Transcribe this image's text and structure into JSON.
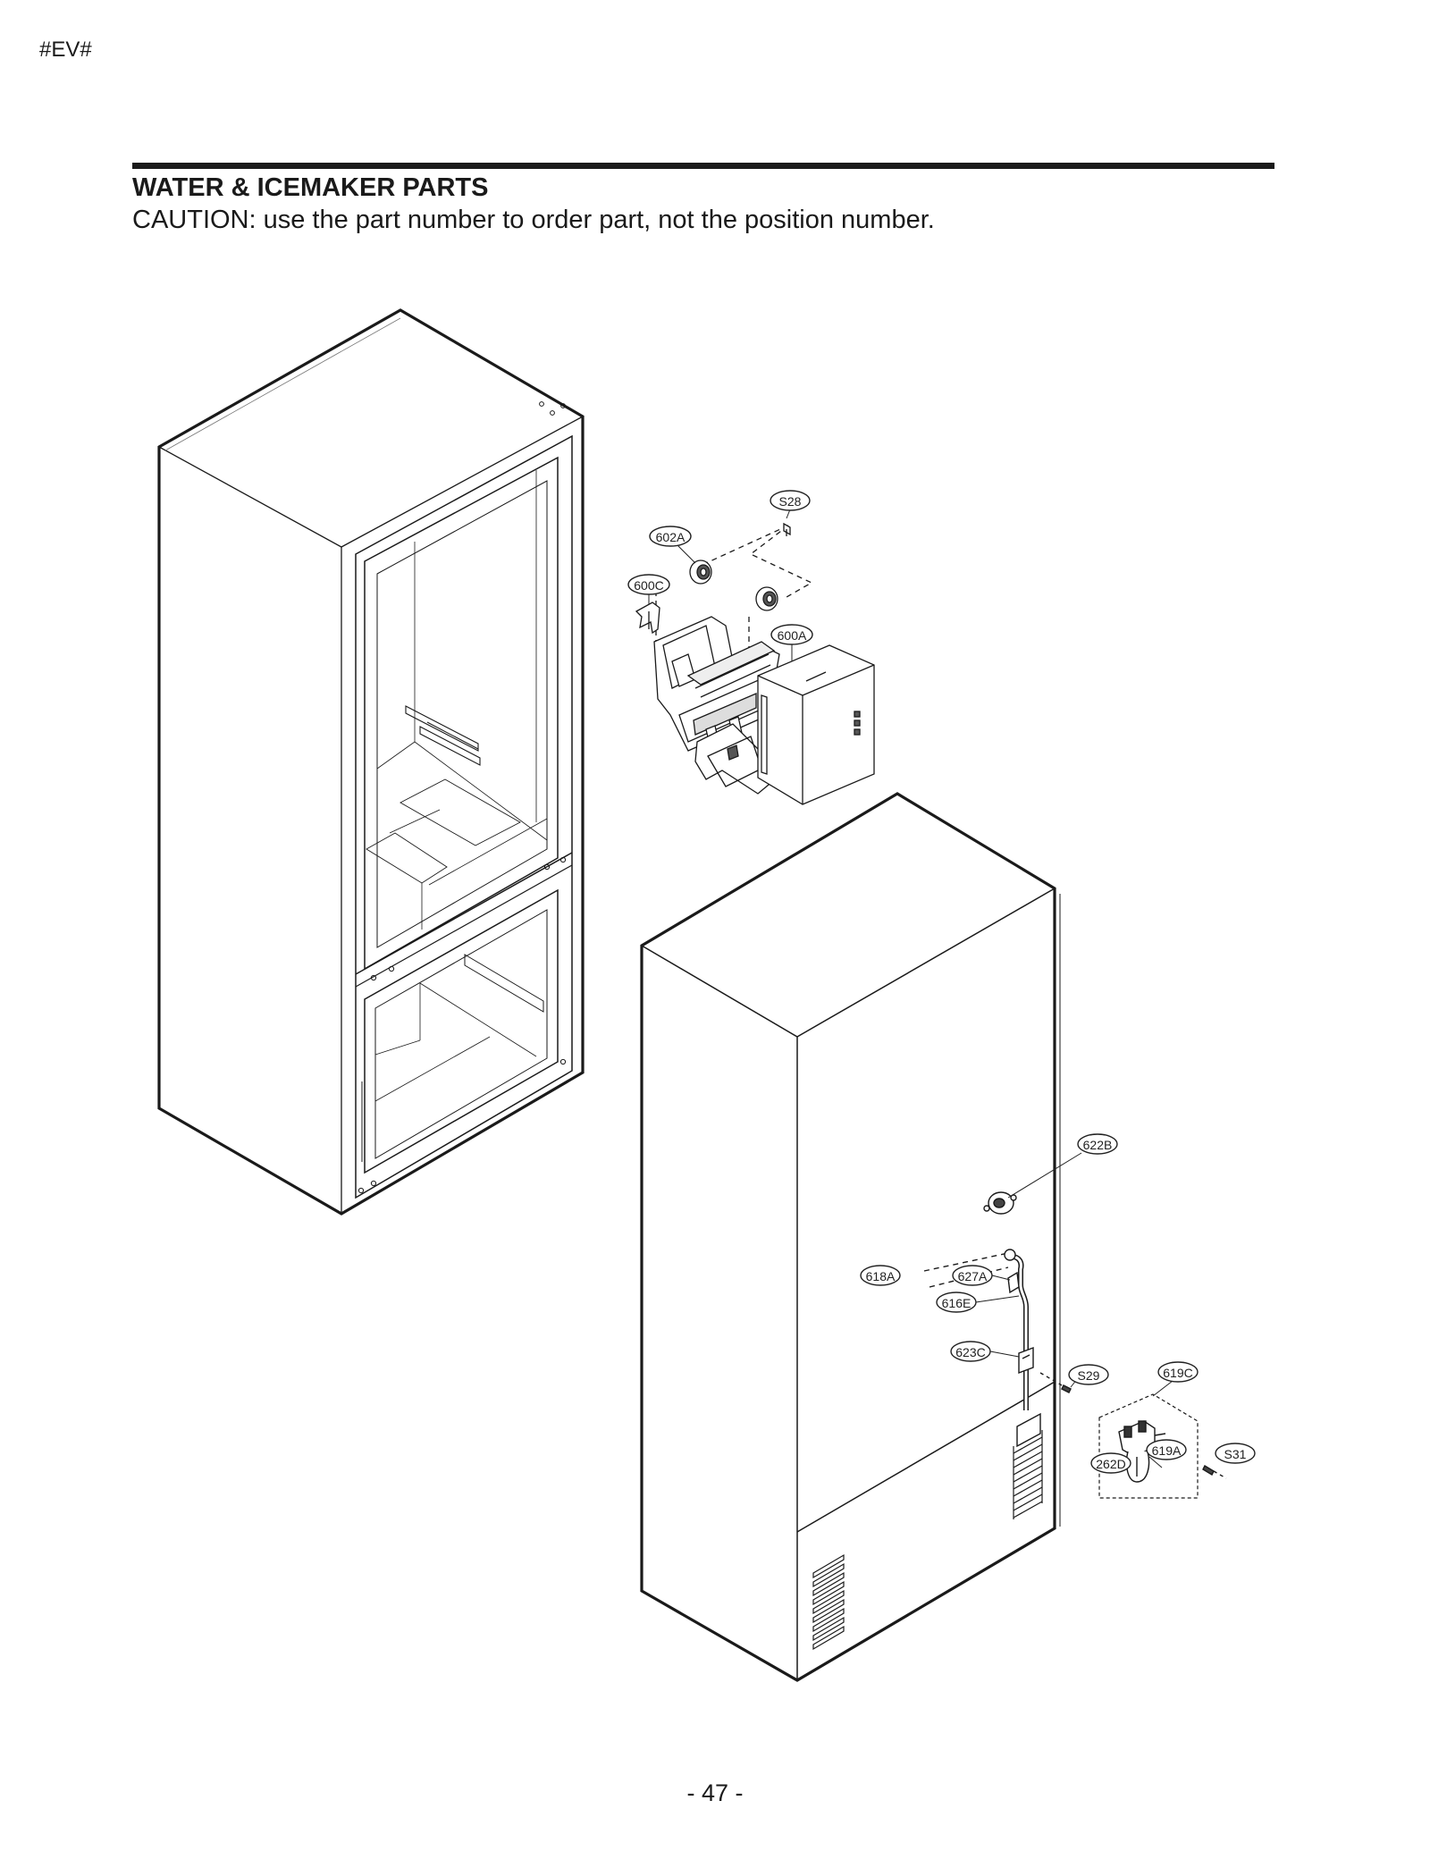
{
  "page": {
    "code": "#EV#",
    "title": "WATER & ICEMAKER PARTS",
    "caution": "CAUTION: use the part number to order part, not the position number.",
    "page_number": "- 47 -"
  },
  "callouts": {
    "S28": "S28",
    "602A": "602A",
    "600C": "600C",
    "600A": "600A",
    "622B": "622B",
    "618A": "618A",
    "627A": "627A",
    "616E": "616E",
    "623C": "623C",
    "S29": "S29",
    "619C": "619C",
    "619A": "619A",
    "S31": "S31",
    "262D": "262D"
  }
}
